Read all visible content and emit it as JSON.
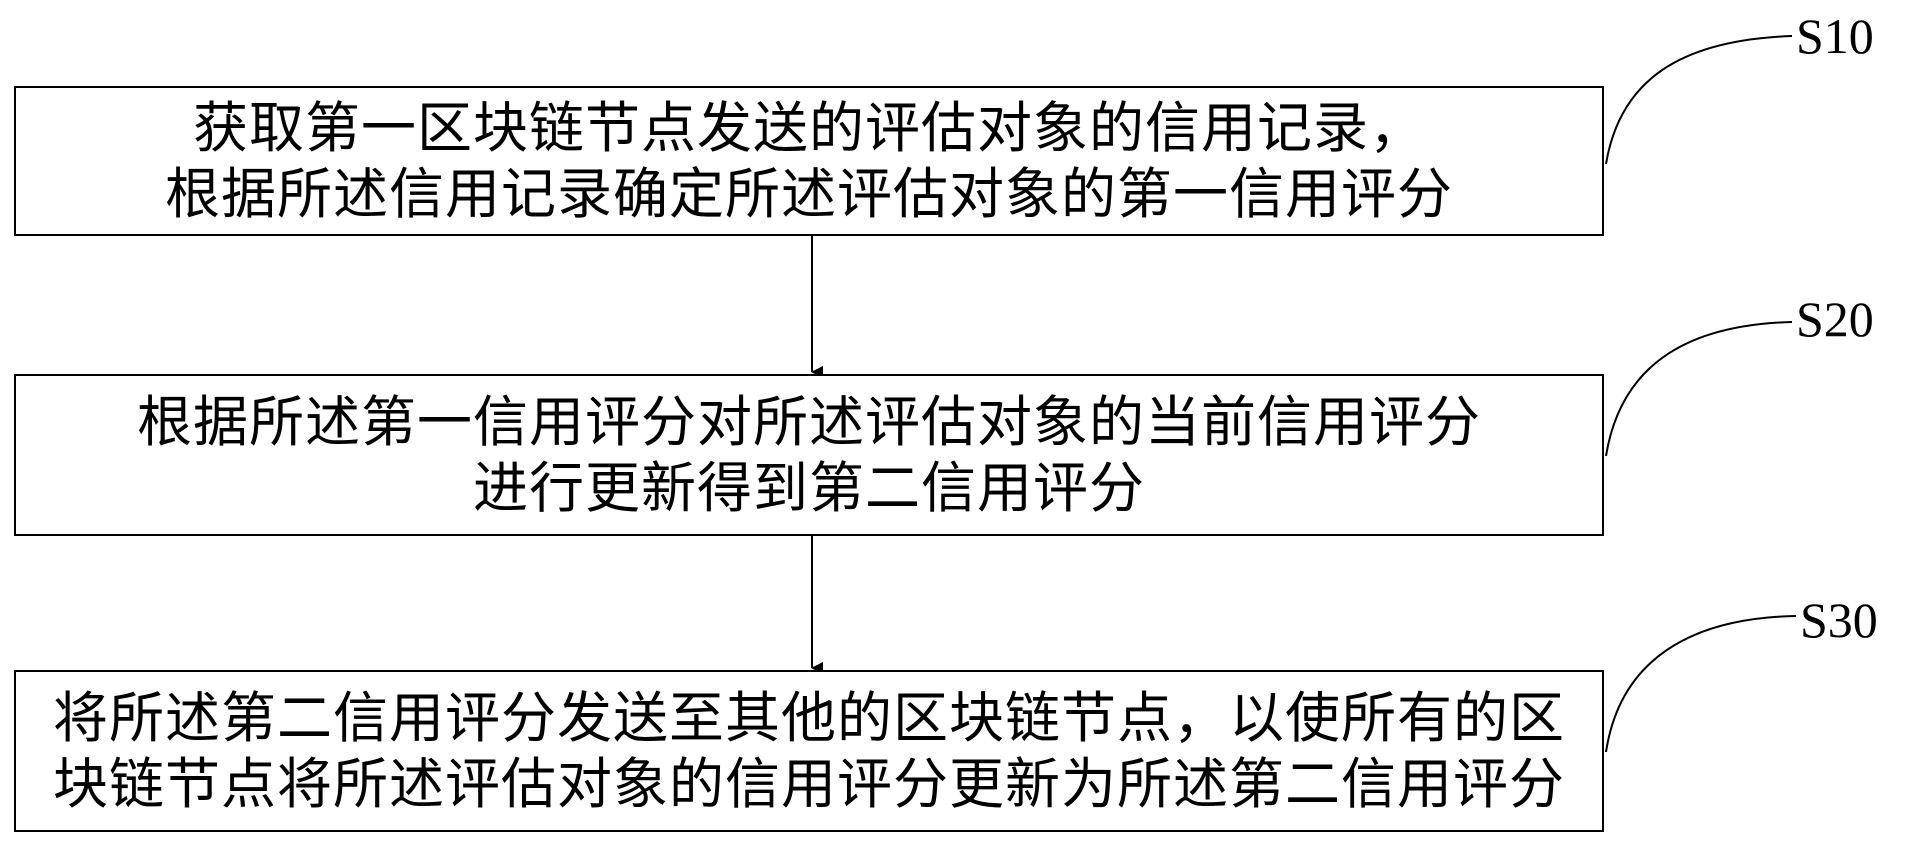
{
  "steps": [
    {
      "id": "S10",
      "label": "S10",
      "lines": [
        "获取第一区块链节点发送的评估对象的信用记录，",
        "根据所述信用记录确定所述评估对象的第一信用评分"
      ]
    },
    {
      "id": "S20",
      "label": "S20",
      "lines": [
        "根据所述第一信用评分对所述评估对象的当前信用评分",
        "进行更新得到第二信用评分"
      ]
    },
    {
      "id": "S30",
      "label": "S30",
      "lines": [
        "将所述第二信用评分发送至其他的区块链节点，以使所有的区",
        "块链节点将所述评估对象的信用评分更新为所述第二信用评分"
      ]
    }
  ],
  "colors": {
    "stroke": "#000000",
    "background": "#ffffff",
    "text": "#000000"
  }
}
